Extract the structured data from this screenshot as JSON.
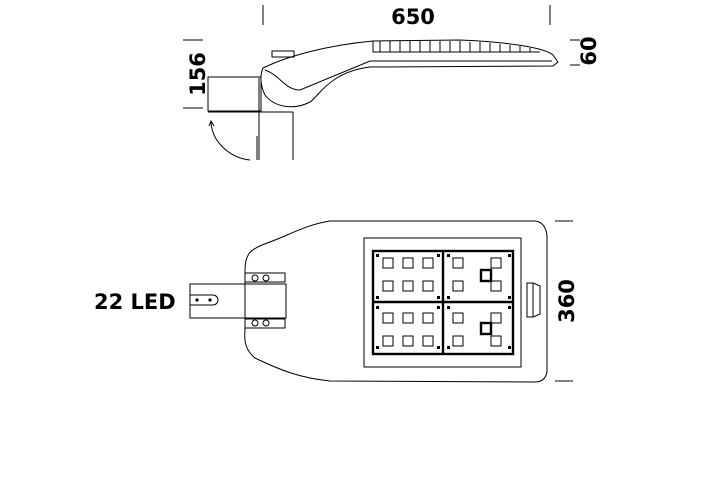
{
  "dimensions": {
    "length": "650",
    "height": "156",
    "thickness": "60",
    "width": "360"
  },
  "label": "22 LED"
}
